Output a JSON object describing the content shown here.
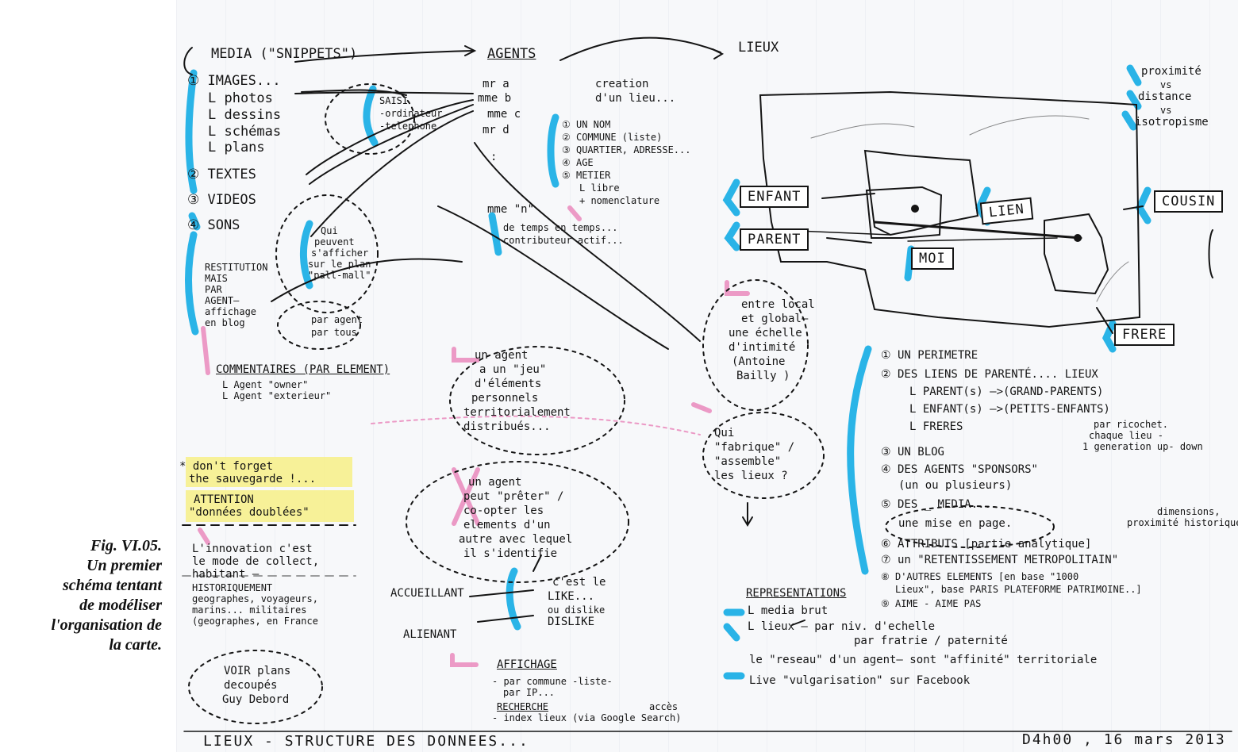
{
  "caption": {
    "lines": [
      "Fig. VI.05.",
      "Un premier",
      "schéma tentant",
      "de modéliser",
      "l'organisation de",
      "la carte."
    ]
  },
  "sketch": {
    "footer_title": "LIEUX - STRUCTURE DES DONNEES...",
    "footer_date": "D4h00 , 16 mars 2013",
    "media": {
      "heading": "MEDIA (\"SNIPPETS\")",
      "items": [
        "① IMAGES...",
        "L photos",
        "L dessins",
        "L schémas",
        "L plans",
        "② TEXTES",
        "③ VIDEOS",
        "④ SONS"
      ],
      "saisi": [
        "SAISI",
        "-ordinateur",
        "-telephone"
      ],
      "restitution": [
        "RESTITUTION",
        "MAIS",
        "PAR",
        "AGENT—",
        "affichage",
        "en blog"
      ],
      "qui_peuvent": [
        "Qui",
        "peuvent",
        "s'afficher",
        "sur le plan",
        "\"pall-mall\""
      ],
      "par_agent": [
        "par agent",
        "par tous"
      ],
      "commentaires": [
        "COMMENTAIRES (PAR ELEMENT)",
        "L Agent \"owner\"",
        "L Agent \"exterieur\""
      ]
    },
    "agents": {
      "heading": "AGENTS",
      "list": [
        "mr a",
        "mme b",
        "mme c",
        "mr d",
        ":",
        "mme \"n\""
      ],
      "creation": [
        "creation",
        "d'un lieu..."
      ],
      "fields": [
        "① UN NOM",
        "② COMMUNE (liste)",
        "③ QUARTIER, ADRESSE...",
        "④ AGE",
        "⑤ METIER",
        "L libre",
        "+ nomenclature"
      ],
      "contributeur": [
        "de temps en temps...",
        "contributeur actif..."
      ],
      "jeu": [
        "un agent",
        "a un \"jeu\"",
        "d'éléments",
        "personnels",
        "territorialement",
        "distribués..."
      ],
      "coopter": [
        "un agent",
        "peut \"prêter\" /",
        "co-opter les",
        "elements d'un",
        "autre avec lequel",
        "il s'identifie"
      ],
      "like": [
        "c'est le",
        "LIKE...",
        "ou dislike",
        "DISLIKE"
      ],
      "accueillant": "ACCUEILLANT",
      "alienant": "ALIENANT",
      "affichage": [
        "AFFICHAGE",
        "- par commune -liste-",
        "par IP...",
        "RECHERCHE",
        "accès",
        "- index lieux (via Google Search)"
      ]
    },
    "reminder": [
      "* don't forget",
      "the sauvegarde !...",
      "ATTENTION",
      "\"données doublées\""
    ],
    "innovation": [
      "L'innovation c'est",
      "le mode de collect,",
      "habitant —",
      "HISTORIQUEMENT",
      "geographes, voyageurs,",
      "marins... militaires",
      "(geographes, en France"
    ],
    "voir": [
      "VOIR plans",
      "decoupés",
      "Guy Debord"
    ],
    "lieux": {
      "heading": "LIEUX",
      "proximite": [
        "proximité",
        "vs",
        "distance",
        "vs",
        "isotropisme"
      ],
      "boxes": {
        "enfant": "ENFANT",
        "parent": "PARENT",
        "lien": "LIEN",
        "moi": "MOI",
        "cousin": "COUSIN",
        "frere": "FRERE"
      },
      "entre_local": [
        "entre local",
        "et global—",
        "une échelle",
        "d'intimité",
        "(Antoine",
        "Bailly )"
      ],
      "qui_fabrique": [
        "Qui",
        "\"fabrique\" /",
        "\"assemble\"",
        "les lieux ?"
      ],
      "list": [
        "① UN PERIMETRE",
        "② DES LIENS DE PARENTÉ.... LIEUX",
        "L PARENT(s) —>(GRAND-PARENTS)",
        "L ENFANT(s) —>(PETITS-ENFANTS)",
        "L FRERES",
        "③ UN BLOG",
        "④ DES AGENTS \"SPONSORS\"",
        "(un ou plusieurs)",
        "⑤ DES _ MEDIA...",
        "une mise en page.",
        "⑥ ATTRIBUTS [partie analytique]",
        "⑦ un \"RETENTISSEMENT METROPOLITAIN\"",
        "⑧ D'AUTRES ELEMENTS [en base \"1000",
        "Lieux\", base PARIS PLATEFORME PATRIMOINE..]",
        "⑨ AIME - AIME PAS"
      ],
      "ricochet": [
        "par ricochet.",
        "chaque lieu -",
        "1 generation up- down"
      ],
      "dimensions": [
        "dimensions,",
        "proximité historique"
      ]
    },
    "representations": {
      "heading": "REPRESENTATIONS",
      "items": [
        "L media brut",
        "L lieux — par niv. d'echelle",
        "par fratrie / paternité",
        "le \"reseau\" d'un agent— sont \"affinité\" territoriale",
        "Live \"vulgarisation\" sur Facebook"
      ]
    },
    "colors": {
      "cyan": "#1fb0e6",
      "pink": "#ea8fc0",
      "yellow": "#f6ef8d",
      "ink": "#141414"
    }
  }
}
